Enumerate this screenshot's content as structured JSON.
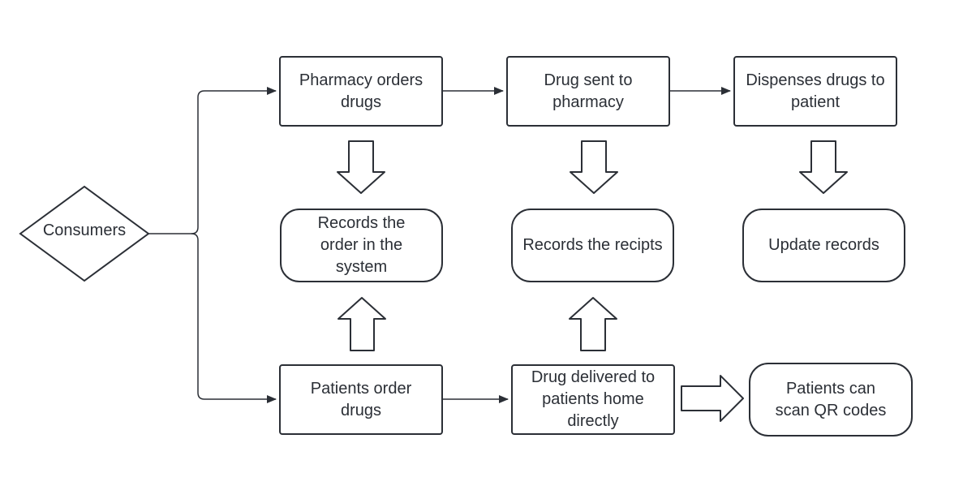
{
  "colors": {
    "stroke": "#2b2f36",
    "fill": "#ffffff"
  },
  "nodes": {
    "consumers": "Consumers",
    "pharmacy_orders": "Pharmacy orders drugs",
    "drug_sent": "Drug sent to pharmacy",
    "dispenses": "Dispenses drugs to patient",
    "records_order": "Records the order in the system",
    "records_recipts": "Records the recipts",
    "update_records": "Update records",
    "patients_order": "Patients order drugs",
    "drug_delivered": "Drug delivered to patients home directly",
    "scan_qr": "Patients can scan QR codes"
  }
}
